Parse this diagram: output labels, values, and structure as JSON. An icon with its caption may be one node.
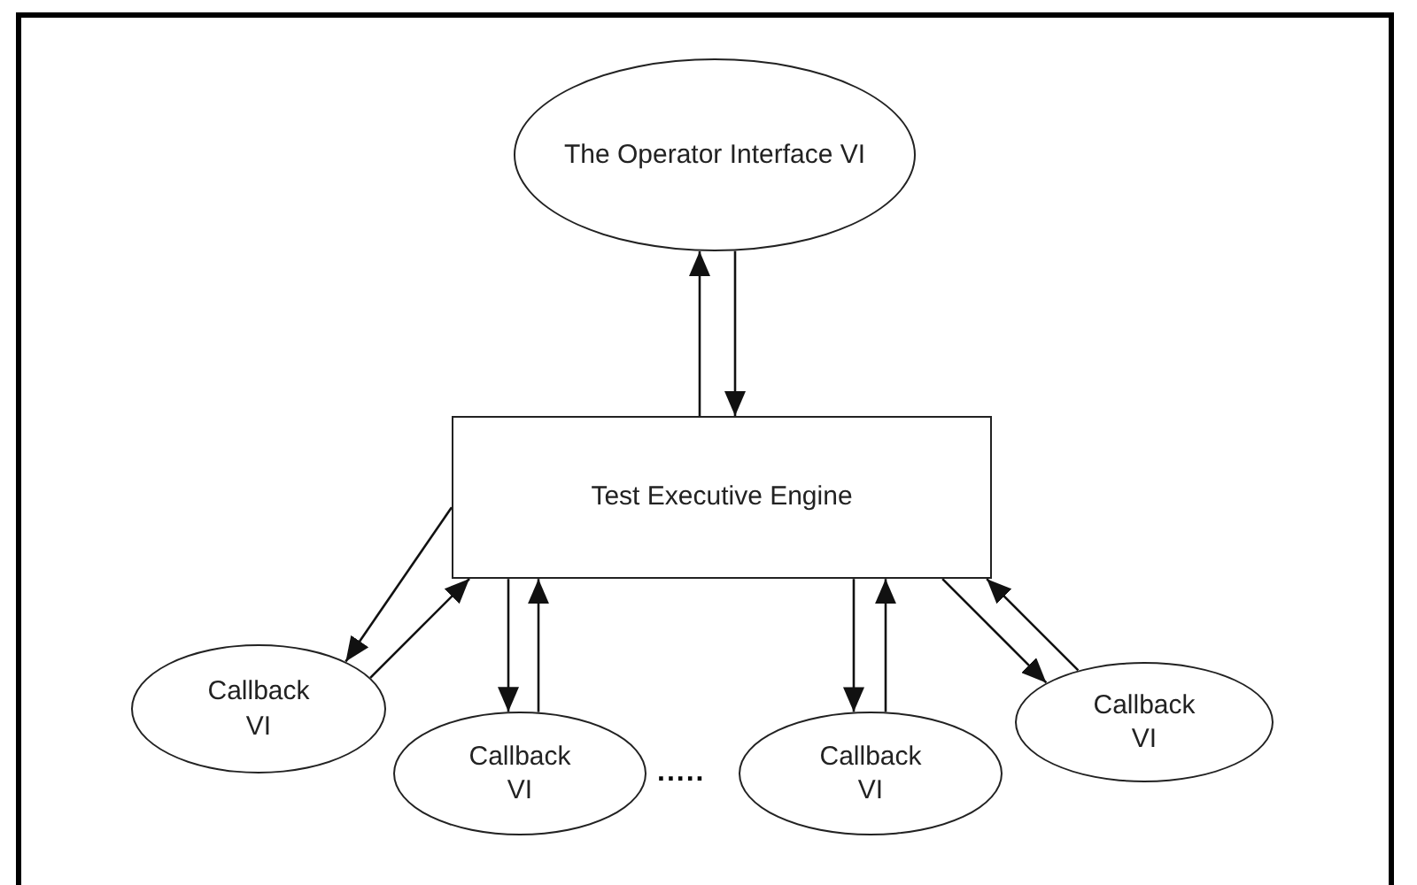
{
  "diagram": {
    "nodes": [
      {
        "text": [
          "The Operator Interface VI"
        ]
      },
      {
        "text": [
          "Test Executive Engine"
        ]
      },
      {
        "text": [
          "Callback VI"
        ]
      },
      {
        "text": [
          "Callback VI"
        ]
      },
      {
        "text": [
          "Callback VI"
        ]
      },
      {
        "text": [
          "Callback VI"
        ]
      }
    ],
    "edges": [
      {
        "from": 1,
        "to": 0,
        "arrow": "to"
      },
      {
        "from": 0,
        "to": 1,
        "arrow": "to"
      },
      {
        "from": 1,
        "to": 2,
        "arrow": "to"
      },
      {
        "from": 2,
        "to": 1,
        "arrow": "to"
      },
      {
        "from": 1,
        "to": 3,
        "arrow": "to"
      },
      {
        "from": 3,
        "to": 1,
        "arrow": "to"
      },
      {
        "from": 1,
        "to": 4,
        "arrow": "to"
      },
      {
        "from": 4,
        "to": 1,
        "arrow": "to"
      },
      {
        "from": 1,
        "to": 5,
        "arrow": "to"
      },
      {
        "from": 5,
        "to": 1,
        "arrow": "to"
      }
    ],
    "labels": [
      "....."
    ]
  }
}
